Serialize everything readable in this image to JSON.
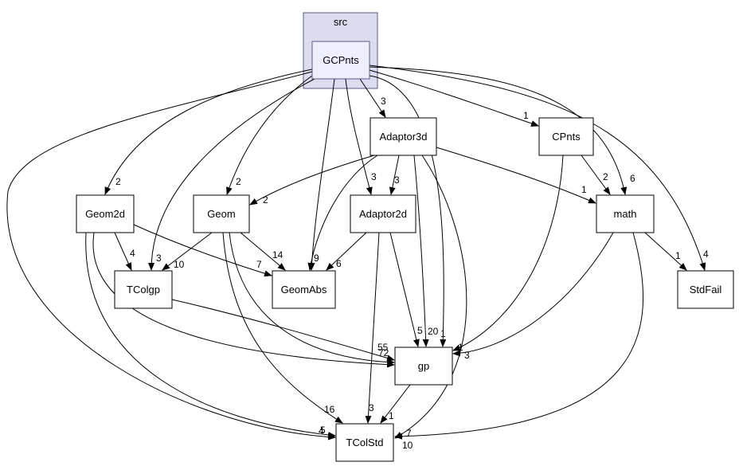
{
  "diagram": {
    "cluster": {
      "label": "src",
      "fill": "#dcdcf0",
      "stroke": "#5a5a84"
    },
    "focus_node": {
      "label": "GCPnts",
      "fill": "#eeeeff",
      "stroke": "#5a5a84"
    },
    "nodes": [
      {
        "id": "adaptor3d",
        "label": "Adaptor3d"
      },
      {
        "id": "cpnts",
        "label": "CPnts"
      },
      {
        "id": "geom2d",
        "label": "Geom2d"
      },
      {
        "id": "geom",
        "label": "Geom"
      },
      {
        "id": "adaptor2d",
        "label": "Adaptor2d"
      },
      {
        "id": "math",
        "label": "math"
      },
      {
        "id": "tcolgp",
        "label": "TColgp"
      },
      {
        "id": "geomabs",
        "label": "GeomAbs"
      },
      {
        "id": "stdfail",
        "label": "StdFail"
      },
      {
        "id": "gp",
        "label": "gp"
      },
      {
        "id": "tcolstd",
        "label": "TColStd"
      }
    ],
    "edges": [
      {
        "from": "gcpnts",
        "to": "adaptor3d",
        "label": "3"
      },
      {
        "from": "gcpnts",
        "to": "cpnts",
        "label": "1"
      },
      {
        "from": "gcpnts",
        "to": "geom2d",
        "label": "2"
      },
      {
        "from": "gcpnts",
        "to": "geom",
        "label": "2"
      },
      {
        "from": "gcpnts",
        "to": "adaptor2d",
        "label": "3"
      },
      {
        "from": "gcpnts",
        "to": "math",
        "label": "6"
      },
      {
        "from": "gcpnts",
        "to": "tcolgp",
        "label": "3"
      },
      {
        "from": "gcpnts",
        "to": "geomabs",
        "label": "9"
      },
      {
        "from": "gcpnts",
        "to": "stdfail",
        "label": "4"
      },
      {
        "from": "gcpnts",
        "to": "gp",
        "label": "1"
      },
      {
        "from": "gcpnts",
        "to": "tcolstd",
        "label": "4"
      },
      {
        "from": "adaptor3d",
        "to": "geom",
        "label": "2"
      },
      {
        "from": "adaptor3d",
        "to": "adaptor2d",
        "label": "3"
      },
      {
        "from": "adaptor3d",
        "to": "math",
        "label": "1"
      },
      {
        "from": "adaptor3d",
        "to": "geomabs",
        "label": ""
      },
      {
        "from": "adaptor3d",
        "to": "gp",
        "label": "20"
      },
      {
        "from": "adaptor3d",
        "to": "tcolstd",
        "label": "7"
      },
      {
        "from": "cpnts",
        "to": "math",
        "label": "2"
      },
      {
        "from": "cpnts",
        "to": "gp",
        "label": "1"
      },
      {
        "from": "geom2d",
        "to": "tcolgp",
        "label": "4"
      },
      {
        "from": "geom2d",
        "to": "geomabs",
        "label": "7"
      },
      {
        "from": "geom2d",
        "to": "gp",
        "label": "72"
      },
      {
        "from": "geom2d",
        "to": "tcolstd",
        "label": "5"
      },
      {
        "from": "geom",
        "to": "tcolgp",
        "label": "10"
      },
      {
        "from": "geom",
        "to": "geomabs",
        "label": "14"
      },
      {
        "from": "geom",
        "to": "gp",
        "label": "55"
      },
      {
        "from": "geom",
        "to": "tcolstd",
        "label": "16"
      },
      {
        "from": "adaptor2d",
        "to": "geomabs",
        "label": "6"
      },
      {
        "from": "adaptor2d",
        "to": "gp",
        "label": "5"
      },
      {
        "from": "adaptor2d",
        "to": "tcolstd",
        "label": "3"
      },
      {
        "from": "math",
        "to": "stdfail",
        "label": "1"
      },
      {
        "from": "math",
        "to": "gp",
        "label": "3"
      },
      {
        "from": "math",
        "to": "tcolstd",
        "label": "10"
      },
      {
        "from": "tcolgp",
        "to": "gp",
        "label": ""
      },
      {
        "from": "gp",
        "to": "tcolstd",
        "label": "1"
      }
    ]
  }
}
